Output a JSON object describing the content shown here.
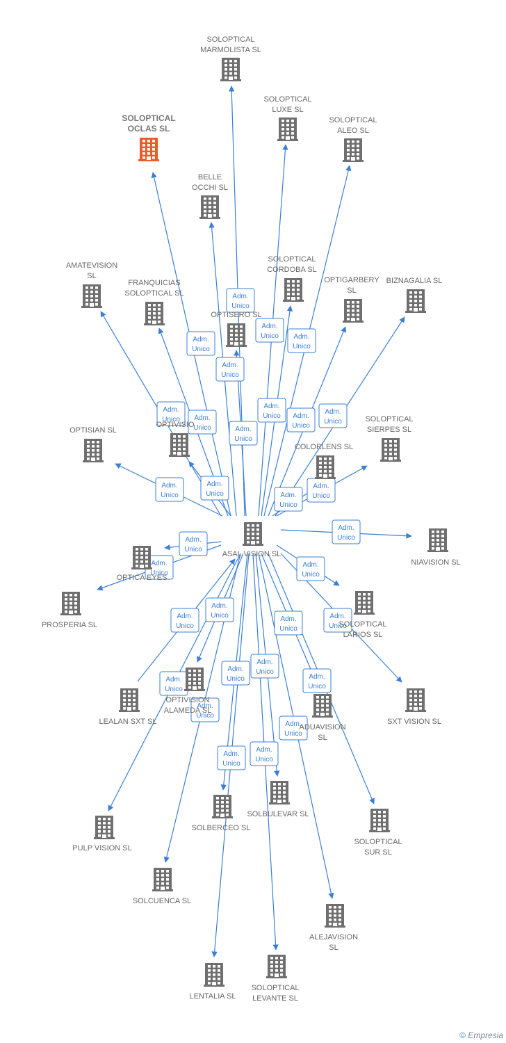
{
  "colors": {
    "edge": "#3a7fd5",
    "node": "#6f6f6f",
    "highlight": "#f05a28"
  },
  "icon": "building-icon",
  "center": {
    "id": "center",
    "label": [
      "ASAL VISION SL"
    ]
  },
  "edge_label": [
    "Adm.",
    "Unico"
  ],
  "nodes": [
    {
      "id": "marmolista",
      "label": [
        "SOLOPTICAL",
        "MARMOLISTA SL"
      ]
    },
    {
      "id": "oclas",
      "label": [
        "SOLOPTICAL",
        "OCLAS SL"
      ],
      "highlight": true
    },
    {
      "id": "luxe",
      "label": [
        "SOLOPTICAL",
        "LUXE SL"
      ]
    },
    {
      "id": "aleo",
      "label": [
        "SOLOPTICAL",
        "ALEO SL"
      ]
    },
    {
      "id": "belle",
      "label": [
        "BELLE",
        "OCCHI SL"
      ]
    },
    {
      "id": "amatevision",
      "label": [
        "AMATEVISION",
        "SL"
      ]
    },
    {
      "id": "franquicias",
      "label": [
        "FRANQUICIAS",
        "SOLOPTICAL SL"
      ]
    },
    {
      "id": "cordoba",
      "label": [
        "SOLOPTICAL",
        "CORDOBA SL"
      ]
    },
    {
      "id": "optigarbery",
      "label": [
        "OPTIGARBERY",
        "SL"
      ]
    },
    {
      "id": "biznagalia",
      "label": [
        "BIZNAGALIA SL"
      ]
    },
    {
      "id": "optisero",
      "label": [
        "OPTISERO SL"
      ]
    },
    {
      "id": "optisian",
      "label": [
        "OPTISIAN SL"
      ]
    },
    {
      "id": "optivision",
      "label": [
        "OPTIVISIO"
      ]
    },
    {
      "id": "sierpes",
      "label": [
        "SOLOPTICAL",
        "SIERPES SL"
      ]
    },
    {
      "id": "colorlens",
      "label": [
        "COLORLENS SL"
      ]
    },
    {
      "id": "niavision",
      "label": [
        "NIAVISION SL"
      ]
    },
    {
      "id": "opticaeyes",
      "label": [
        "OPTICA EYES"
      ]
    },
    {
      "id": "prosperia",
      "label": [
        "PROSPERIA SL"
      ]
    },
    {
      "id": "larios",
      "label": [
        "SOLOPTICAL",
        "LARIOS SL"
      ]
    },
    {
      "id": "lealan",
      "label": [
        "LEALAN SXT SL"
      ]
    },
    {
      "id": "alameda",
      "label": [
        "OPTIVISION",
        "ALAMEDA SL"
      ]
    },
    {
      "id": "sxt",
      "label": [
        "SXT VISION SL"
      ]
    },
    {
      "id": "aduavision",
      "label": [
        "ADUAVISION",
        "SL"
      ]
    },
    {
      "id": "pulp",
      "label": [
        "PULP VISION SL"
      ]
    },
    {
      "id": "solberceo",
      "label": [
        "SOLBERCEO SL"
      ]
    },
    {
      "id": "solbulevar",
      "label": [
        "SOLBULEVAR SL"
      ]
    },
    {
      "id": "sur",
      "label": [
        "SOLOPTICAL",
        "SUR SL"
      ]
    },
    {
      "id": "solcuenca",
      "label": [
        "SOLCUENCA SL"
      ]
    },
    {
      "id": "alejavision",
      "label": [
        "ALEJAVISION",
        "SL"
      ]
    },
    {
      "id": "lentalia",
      "label": [
        "LENTALIA SL"
      ]
    },
    {
      "id": "levante",
      "label": [
        "SOLOPTICAL",
        "LEVANTE SL"
      ]
    }
  ],
  "edges": [
    {
      "from": "center",
      "to": "marmolista"
    },
    {
      "from": "center",
      "to": "oclas"
    },
    {
      "from": "center",
      "to": "luxe"
    },
    {
      "from": "center",
      "to": "aleo"
    },
    {
      "from": "center",
      "to": "belle"
    },
    {
      "from": "center",
      "to": "amatevision"
    },
    {
      "from": "center",
      "to": "franquicias"
    },
    {
      "from": "center",
      "to": "cordoba"
    },
    {
      "from": "center",
      "to": "optigarbery"
    },
    {
      "from": "center",
      "to": "biznagalia"
    },
    {
      "from": "center",
      "to": "optisero"
    },
    {
      "from": "center",
      "to": "optisian"
    },
    {
      "from": "center",
      "to": "optivision"
    },
    {
      "from": "center",
      "to": "sierpes"
    },
    {
      "from": "center",
      "to": "colorlens"
    },
    {
      "from": "center",
      "to": "niavision"
    },
    {
      "from": "center",
      "to": "opticaeyes"
    },
    {
      "from": "center",
      "to": "prosperia"
    },
    {
      "from": "center",
      "to": "larios"
    },
    {
      "from": "lealan",
      "to": "center"
    },
    {
      "from": "center",
      "to": "alameda"
    },
    {
      "from": "center",
      "to": "sxt"
    },
    {
      "from": "center",
      "to": "aduavision"
    },
    {
      "from": "center",
      "to": "pulp"
    },
    {
      "from": "center",
      "to": "solberceo"
    },
    {
      "from": "center",
      "to": "solbulevar"
    },
    {
      "from": "center",
      "to": "sur"
    },
    {
      "from": "center",
      "to": "solcuenca"
    },
    {
      "from": "center",
      "to": "alejavision"
    },
    {
      "from": "center",
      "to": "lentalia"
    },
    {
      "from": "center",
      "to": "levante"
    }
  ],
  "footer": {
    "copyright": "©",
    "brand": "Empresia"
  }
}
